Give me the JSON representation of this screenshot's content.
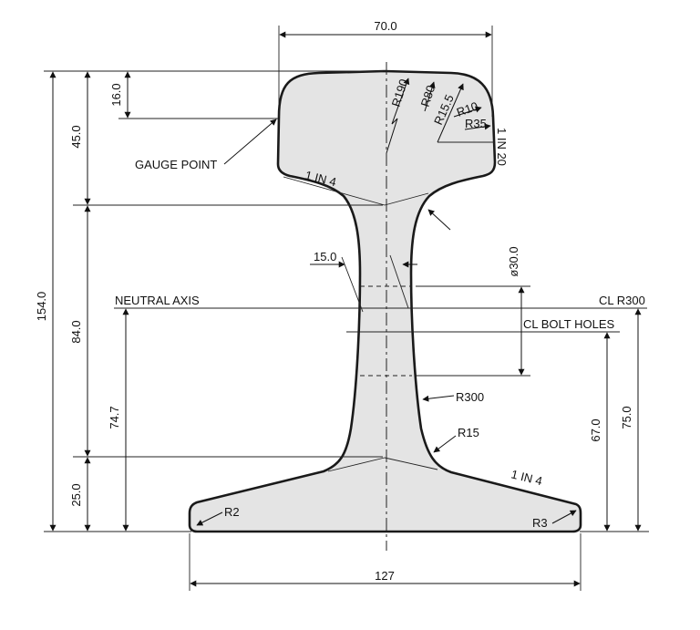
{
  "dimensions": {
    "head_width": "70.0",
    "total_height": "154.0",
    "head_height": "45.0",
    "head_top": "16.0",
    "web_height": "84.0",
    "neutral_axis_height": "74.7",
    "foot_height": "25.0",
    "web_thickness": "15.0",
    "bolt_hole_diameter": "ø30.0",
    "bolt_hole_height": "67.0",
    "cl_r300_height": "75.0",
    "foot_width": "127"
  },
  "radii": {
    "r190": "R190",
    "r80": "R80",
    "r15_5": "R15.5",
    "r10": "R10",
    "r35": "R35",
    "r300": "R300",
    "r15": "R15",
    "r2": "R2",
    "r3": "R3"
  },
  "labels": {
    "gauge_point": "GAUGE POINT",
    "neutral_axis": "NEUTRAL AXIS",
    "cl_r300": "CL R300",
    "cl_bolt_holes": "CL BOLT HOLES",
    "head_slope": "1 IN 20",
    "underhead_slope": "1 IN 4",
    "foot_slope": "1 IN 4"
  }
}
